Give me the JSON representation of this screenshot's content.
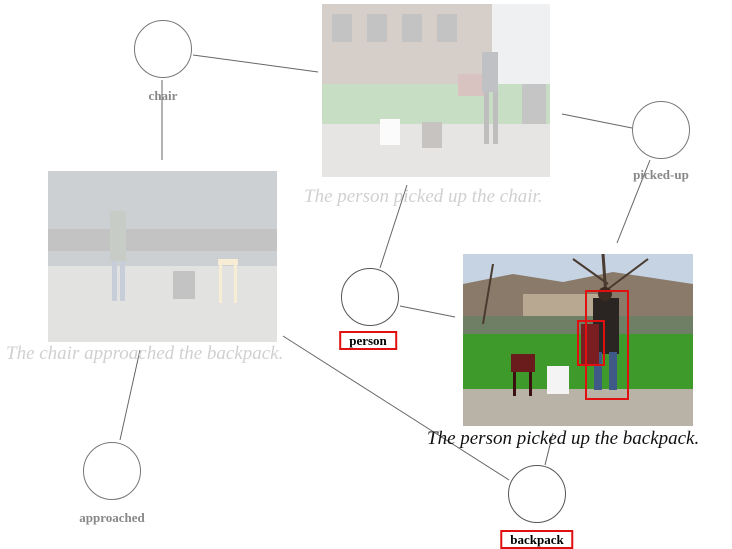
{
  "nodes": {
    "chair": "chair",
    "picked_up": "picked-up",
    "person": "person",
    "approached": "approached",
    "backpack": "backpack"
  },
  "captions": {
    "top": "The person picked up the chair.",
    "left": "The chair approached the backpack.",
    "main": "The person picked up the backpack."
  },
  "colors": {
    "highlight": "#e01010",
    "edge": "#666666"
  }
}
